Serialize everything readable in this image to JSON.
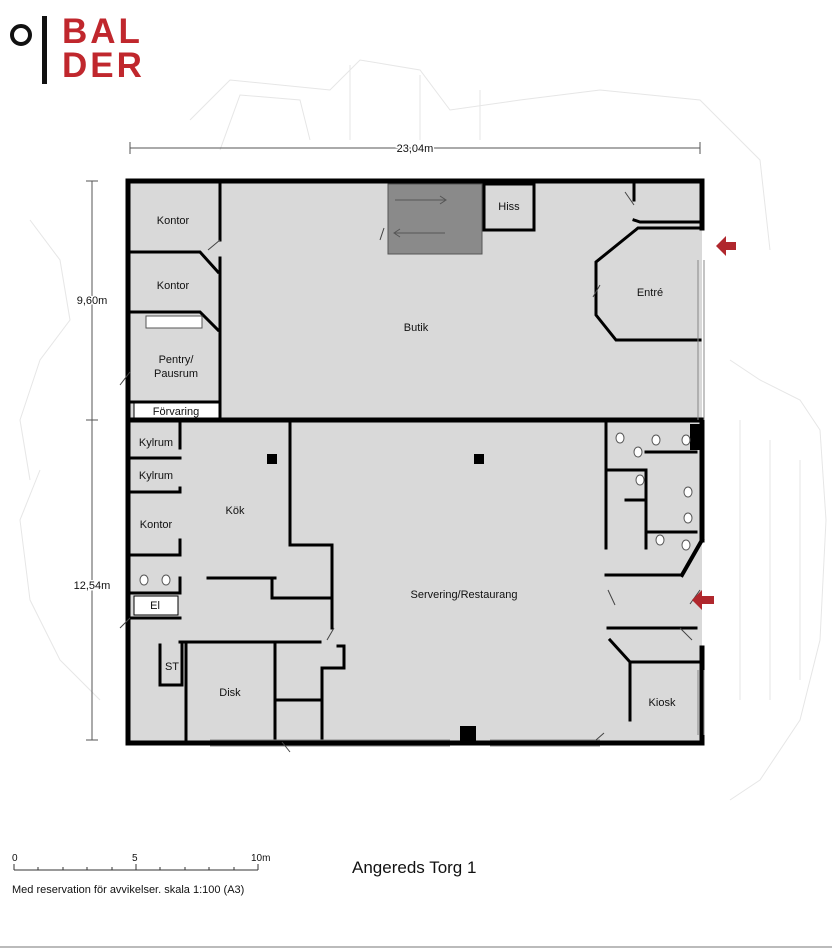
{
  "brand": {
    "line1": "BAL",
    "line2": "DER",
    "color": "#c0272d"
  },
  "dimensions": {
    "width_top": "23,04m",
    "height_upper": "9,60m",
    "height_lower": "12,54m"
  },
  "rooms": {
    "kontor_1": "Kontor",
    "kontor_2": "Kontor",
    "pentry_l1": "Pentry/",
    "pentry_l2": "Pausrum",
    "forvaring": "Förvaring",
    "butik": "Butik",
    "hiss": "Hiss",
    "entre": "Entré",
    "kylrum_1": "Kylrum",
    "kylrum_2": "Kylrum",
    "kontor_3": "Kontor",
    "kok": "Kök",
    "el": "El",
    "st": "ST",
    "disk": "Disk",
    "servering": "Servering/Restaurang",
    "kiosk": "Kiosk"
  },
  "scale": {
    "tick0": "0",
    "tick5": "5",
    "tick10": "10m"
  },
  "title": "Angereds Torg 1",
  "note": "Med reservation för avvikelser. skala 1:100 (A3)",
  "colors": {
    "floor": "#d9d9d9",
    "wall": "#000000",
    "stair": "#8a8a8a",
    "entrance_arrow": "#b0272d"
  },
  "icons": [
    "entrance-arrow-icon",
    "toilet-icon"
  ]
}
